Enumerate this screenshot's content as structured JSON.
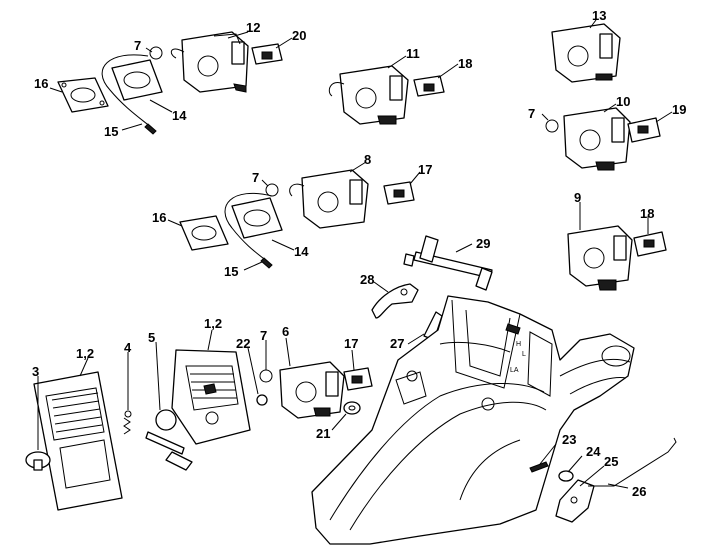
{
  "callouts": [
    {
      "id": "c12",
      "text": "12"
    },
    {
      "id": "c20",
      "text": "20"
    },
    {
      "id": "c7a",
      "text": "7"
    },
    {
      "id": "c16a",
      "text": "16"
    },
    {
      "id": "c14a",
      "text": "14"
    },
    {
      "id": "c15a",
      "text": "15"
    },
    {
      "id": "c11",
      "text": "11"
    },
    {
      "id": "c18a",
      "text": "18"
    },
    {
      "id": "c13",
      "text": "13"
    },
    {
      "id": "c7b",
      "text": "7"
    },
    {
      "id": "c10",
      "text": "10"
    },
    {
      "id": "c19",
      "text": "19"
    },
    {
      "id": "c7c",
      "text": "7"
    },
    {
      "id": "c8",
      "text": "8"
    },
    {
      "id": "c17a",
      "text": "17"
    },
    {
      "id": "c16b",
      "text": "16"
    },
    {
      "id": "c14b",
      "text": "14"
    },
    {
      "id": "c15b",
      "text": "15"
    },
    {
      "id": "c9",
      "text": "9"
    },
    {
      "id": "c18b",
      "text": "18"
    },
    {
      "id": "c29",
      "text": "29"
    },
    {
      "id": "c28",
      "text": "28"
    },
    {
      "id": "c27",
      "text": "27"
    },
    {
      "id": "c12b",
      "text": "1,2"
    },
    {
      "id": "c12c",
      "text": "1,2"
    },
    {
      "id": "c3",
      "text": "3"
    },
    {
      "id": "c4",
      "text": "4"
    },
    {
      "id": "c5",
      "text": "5"
    },
    {
      "id": "c22",
      "text": "22"
    },
    {
      "id": "c7d",
      "text": "7"
    },
    {
      "id": "c6",
      "text": "6"
    },
    {
      "id": "c17b",
      "text": "17"
    },
    {
      "id": "c21",
      "text": "21"
    },
    {
      "id": "c23",
      "text": "23"
    },
    {
      "id": "c24",
      "text": "24"
    },
    {
      "id": "c25",
      "text": "25"
    },
    {
      "id": "c26",
      "text": "26"
    }
  ],
  "handle_markings": {
    "h": "H",
    "l": "L",
    "la": "LA"
  }
}
